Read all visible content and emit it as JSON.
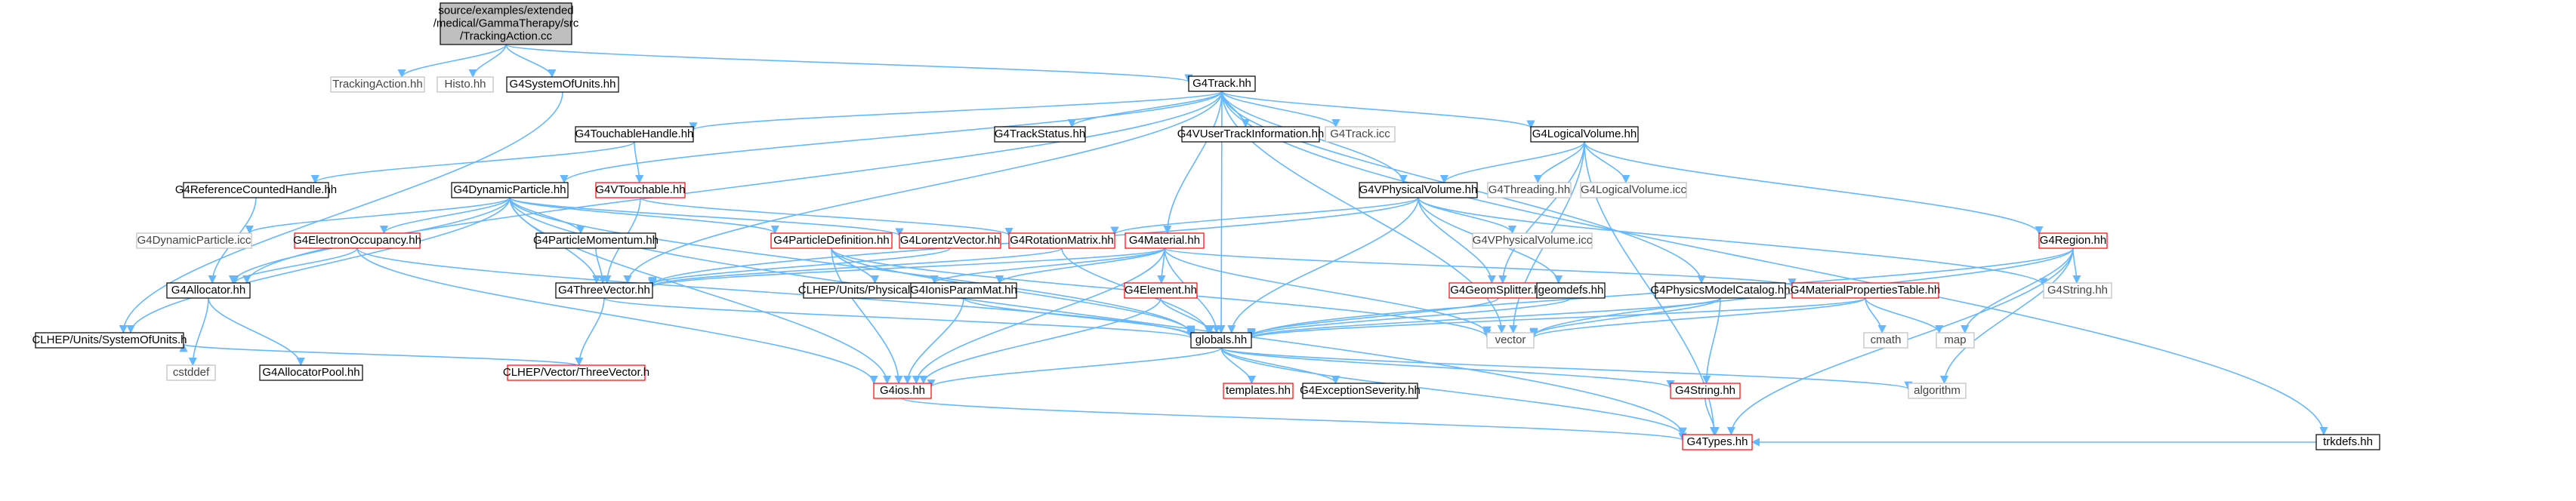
{
  "colors": {
    "edge": "#63b8ff",
    "border_normal": "#000000",
    "border_missing": "#bfbfbf",
    "border_clickable": "#ff0000",
    "fill_root": "#bfbfbf",
    "fill_node": "#ffffff",
    "text_normal": "#000000",
    "text_muted": "#444444"
  },
  "nodes": [
    {
      "id": "root",
      "lines": [
        "source/examples/extended",
        "/medical/GammaTherapy/src",
        "/TrackingAction.cc"
      ],
      "kind": "root"
    },
    {
      "id": "trackingaction_hh",
      "lines": [
        "TrackingAction.hh"
      ],
      "kind": "missing"
    },
    {
      "id": "histo_hh",
      "lines": [
        "Histo.hh"
      ],
      "kind": "missing"
    },
    {
      "id": "g4systemofunits_hh",
      "lines": [
        "G4SystemOfUnits.hh"
      ],
      "kind": "normal"
    },
    {
      "id": "g4track_hh",
      "lines": [
        "G4Track.hh"
      ],
      "kind": "normal"
    },
    {
      "id": "g4touchablehandle_hh",
      "lines": [
        "G4TouchableHandle.hh"
      ],
      "kind": "normal"
    },
    {
      "id": "g4trackstatus_hh",
      "lines": [
        "G4TrackStatus.hh"
      ],
      "kind": "normal"
    },
    {
      "id": "g4vusertrackinformation_hh",
      "lines": [
        "G4VUserTrackInformation.hh"
      ],
      "kind": "normal"
    },
    {
      "id": "g4track_icc",
      "lines": [
        "G4Track.icc"
      ],
      "kind": "missing"
    },
    {
      "id": "g4logicalvolume_hh",
      "lines": [
        "G4LogicalVolume.hh"
      ],
      "kind": "normal"
    },
    {
      "id": "trkdefs_hh",
      "lines": [
        "trkdefs.hh"
      ],
      "kind": "normal"
    },
    {
      "id": "g4referencecountedhandle_hh",
      "lines": [
        "G4ReferenceCountedHandle.hh"
      ],
      "kind": "normal"
    },
    {
      "id": "g4vtouchable_hh",
      "lines": [
        "G4VTouchable.hh"
      ],
      "kind": "clickable"
    },
    {
      "id": "g4dynamicparticle_hh",
      "lines": [
        "G4DynamicParticle.hh"
      ],
      "kind": "normal"
    },
    {
      "id": "g4vphysicalvolume_hh",
      "lines": [
        "G4VPhysicalVolume.hh"
      ],
      "kind": "normal"
    },
    {
      "id": "g4threading_hh",
      "lines": [
        "G4Threading.hh"
      ],
      "kind": "missing"
    },
    {
      "id": "g4logicalvolume_icc",
      "lines": [
        "G4LogicalVolume.icc"
      ],
      "kind": "missing"
    },
    {
      "id": "g4dynamicparticle_icc",
      "lines": [
        "G4DynamicParticle.icc"
      ],
      "kind": "missing"
    },
    {
      "id": "g4electronoccupancy_hh",
      "lines": [
        "G4ElectronOccupancy.hh"
      ],
      "kind": "clickable"
    },
    {
      "id": "g4particlemomentum_hh",
      "lines": [
        "G4ParticleMomentum.hh"
      ],
      "kind": "normal"
    },
    {
      "id": "g4particledefinition_hh",
      "lines": [
        "G4ParticleDefinition.hh"
      ],
      "kind": "clickable"
    },
    {
      "id": "g4lorentzvector_hh",
      "lines": [
        "G4LorentzVector.hh"
      ],
      "kind": "clickable"
    },
    {
      "id": "g4rotationmatrix_hh",
      "lines": [
        "G4RotationMatrix.hh"
      ],
      "kind": "clickable"
    },
    {
      "id": "g4material_hh",
      "lines": [
        "G4Material.hh"
      ],
      "kind": "clickable"
    },
    {
      "id": "g4vphysicalvolume_icc",
      "lines": [
        "G4VPhysicalVolume.icc"
      ],
      "kind": "missing"
    },
    {
      "id": "g4region_hh",
      "lines": [
        "G4Region.hh"
      ],
      "kind": "clickable"
    },
    {
      "id": "g4allocator_hh",
      "lines": [
        "G4Allocator.hh"
      ],
      "kind": "normal"
    },
    {
      "id": "g4threevector_hh",
      "lines": [
        "G4ThreeVector.hh"
      ],
      "kind": "normal"
    },
    {
      "id": "clhep_physicalconstants_h",
      "lines": [
        "CLHEP/Units/PhysicalConstants.h"
      ],
      "kind": "normal"
    },
    {
      "id": "g4ionisparammat_hh",
      "lines": [
        "G4IonisParamMat.hh"
      ],
      "kind": "normal"
    },
    {
      "id": "g4element_hh",
      "lines": [
        "G4Element.hh"
      ],
      "kind": "clickable"
    },
    {
      "id": "g4geomsplitter_hh",
      "lines": [
        "G4GeomSplitter.hh"
      ],
      "kind": "clickable"
    },
    {
      "id": "geomdefs_hh",
      "lines": [
        "geomdefs.hh"
      ],
      "kind": "normal"
    },
    {
      "id": "g4physicsmodelcatalog_hh",
      "lines": [
        "G4PhysicsModelCatalog.hh"
      ],
      "kind": "normal"
    },
    {
      "id": "g4materialpropertiestable_hh",
      "lines": [
        "G4MaterialPropertiesTable.hh"
      ],
      "kind": "clickable"
    },
    {
      "id": "g4string_hh_top",
      "lines": [
        "G4String.hh"
      ],
      "kind": "missing"
    },
    {
      "id": "clhep_systemofunits_h",
      "lines": [
        "CLHEP/Units/SystemOfUnits.h"
      ],
      "kind": "normal"
    },
    {
      "id": "cstddef",
      "lines": [
        "cstddef"
      ],
      "kind": "missing"
    },
    {
      "id": "g4allocatorpool_hh",
      "lines": [
        "G4AllocatorPool.hh"
      ],
      "kind": "normal"
    },
    {
      "id": "clhep_threevector_h",
      "lines": [
        "CLHEP/Vector/ThreeVector.h"
      ],
      "kind": "clickable"
    },
    {
      "id": "globals_hh",
      "lines": [
        "globals.hh"
      ],
      "kind": "normal"
    },
    {
      "id": "vector",
      "lines": [
        "vector"
      ],
      "kind": "missing"
    },
    {
      "id": "cmath",
      "lines": [
        "cmath"
      ],
      "kind": "missing"
    },
    {
      "id": "map",
      "lines": [
        "map"
      ],
      "kind": "missing"
    },
    {
      "id": "templates_hh",
      "lines": [
        "templates.hh"
      ],
      "kind": "clickable"
    },
    {
      "id": "g4exceptionseverity_hh",
      "lines": [
        "G4ExceptionSeverity.hh"
      ],
      "kind": "normal"
    },
    {
      "id": "g4string_hh",
      "lines": [
        "G4String.hh"
      ],
      "kind": "clickable"
    },
    {
      "id": "algorithm",
      "lines": [
        "algorithm"
      ],
      "kind": "missing"
    },
    {
      "id": "g4ios_hh",
      "lines": [
        "G4ios.hh"
      ],
      "kind": "clickable"
    },
    {
      "id": "g4types_hh",
      "lines": [
        "G4Types.hh"
      ],
      "kind": "clickable"
    }
  ],
  "edges": [
    [
      "root",
      "trackingaction_hh"
    ],
    [
      "root",
      "histo_hh"
    ],
    [
      "root",
      "g4systemofunits_hh"
    ],
    [
      "root",
      "g4track_hh"
    ],
    [
      "g4systemofunits_hh",
      "clhep_systemofunits_h"
    ],
    [
      "g4track_hh",
      "g4touchablehandle_hh"
    ],
    [
      "g4track_hh",
      "g4trackstatus_hh"
    ],
    [
      "g4track_hh",
      "g4vusertrackinformation_hh"
    ],
    [
      "g4track_hh",
      "g4track_icc"
    ],
    [
      "g4track_hh",
      "g4logicalvolume_hh"
    ],
    [
      "g4track_hh",
      "trkdefs_hh"
    ],
    [
      "g4track_hh",
      "g4dynamicparticle_hh"
    ],
    [
      "g4track_hh",
      "g4threevector_hh"
    ],
    [
      "g4track_hh",
      "g4material_hh"
    ],
    [
      "g4track_hh",
      "g4vphysicalvolume_hh"
    ],
    [
      "g4track_hh",
      "globals_hh"
    ],
    [
      "g4track_hh",
      "g4physicsmodelcatalog_hh"
    ],
    [
      "g4track_hh",
      "g4allocator_hh"
    ],
    [
      "g4track_hh",
      "vector"
    ],
    [
      "g4touchablehandle_hh",
      "g4referencecountedhandle_hh"
    ],
    [
      "g4touchablehandle_hh",
      "g4vtouchable_hh"
    ],
    [
      "g4vtouchable_hh",
      "g4threevector_hh"
    ],
    [
      "g4vtouchable_hh",
      "g4rotationmatrix_hh"
    ],
    [
      "g4referencecountedhandle_hh",
      "g4allocator_hh"
    ],
    [
      "g4logicalvolume_hh",
      "g4vphysicalvolume_hh"
    ],
    [
      "g4logicalvolume_hh",
      "g4threading_hh"
    ],
    [
      "g4logicalvolume_hh",
      "g4logicalvolume_icc"
    ],
    [
      "g4logicalvolume_hh",
      "g4region_hh"
    ],
    [
      "g4logicalvolume_hh",
      "g4geomsplitter_hh"
    ],
    [
      "g4logicalvolume_hh",
      "vector"
    ],
    [
      "g4logicalvolume_hh",
      "g4types_hh"
    ],
    [
      "g4dynamicparticle_hh",
      "g4dynamicparticle_icc"
    ],
    [
      "g4dynamicparticle_hh",
      "g4electronoccupancy_hh"
    ],
    [
      "g4dynamicparticle_hh",
      "g4particlemomentum_hh"
    ],
    [
      "g4dynamicparticle_hh",
      "g4particledefinition_hh"
    ],
    [
      "g4dynamicparticle_hh",
      "g4lorentzvector_hh"
    ],
    [
      "g4dynamicparticle_hh",
      "g4allocator_hh"
    ],
    [
      "g4dynamicparticle_hh",
      "g4threevector_hh"
    ],
    [
      "g4dynamicparticle_hh",
      "clhep_systemofunits_h"
    ],
    [
      "g4dynamicparticle_hh",
      "globals_hh"
    ],
    [
      "g4dynamicparticle_hh",
      "g4ios_hh"
    ],
    [
      "g4dynamicparticle_hh",
      "g4types_hh"
    ],
    [
      "g4vphysicalvolume_hh",
      "g4vphysicalvolume_icc"
    ],
    [
      "g4vphysicalvolume_hh",
      "g4rotationmatrix_hh"
    ],
    [
      "g4vphysicalvolume_hh",
      "g4threevector_hh"
    ],
    [
      "g4vphysicalvolume_hh",
      "g4geomsplitter_hh"
    ],
    [
      "g4vphysicalvolume_hh",
      "geomdefs_hh"
    ],
    [
      "g4vphysicalvolume_hh",
      "g4string_hh_top"
    ],
    [
      "g4vphysicalvolume_hh",
      "globals_hh"
    ],
    [
      "g4electronoccupancy_hh",
      "g4allocator_hh"
    ],
    [
      "g4electronoccupancy_hh",
      "globals_hh"
    ],
    [
      "g4electronoccupancy_hh",
      "g4ios_hh"
    ],
    [
      "g4particlemomentum_hh",
      "g4threevector_hh"
    ],
    [
      "g4particledefinition_hh",
      "clhep_physicalconstants_h"
    ],
    [
      "g4particledefinition_hh",
      "globals_hh"
    ],
    [
      "g4particledefinition_hh",
      "g4ios_hh"
    ],
    [
      "g4particledefinition_hh",
      "vector"
    ],
    [
      "g4lorentzvector_hh",
      "g4threevector_hh"
    ],
    [
      "g4rotationmatrix_hh",
      "g4threevector_hh"
    ],
    [
      "g4rotationmatrix_hh",
      "globals_hh"
    ],
    [
      "g4material_hh",
      "g4element_hh"
    ],
    [
      "g4material_hh",
      "g4ionisparammat_hh"
    ],
    [
      "g4material_hh",
      "g4materialpropertiestable_hh"
    ],
    [
      "g4material_hh",
      "globals_hh"
    ],
    [
      "g4material_hh",
      "clhep_physicalconstants_h"
    ],
    [
      "g4material_hh",
      "vector"
    ],
    [
      "g4material_hh",
      "g4ios_hh"
    ],
    [
      "g4material_hh",
      "g4threevector_hh"
    ],
    [
      "g4region_hh",
      "g4string_hh_top"
    ],
    [
      "g4region_hh",
      "globals_hh"
    ],
    [
      "g4region_hh",
      "vector"
    ],
    [
      "g4region_hh",
      "map"
    ],
    [
      "g4region_hh",
      "algorithm"
    ],
    [
      "g4region_hh",
      "g4types_hh"
    ],
    [
      "g4allocator_hh",
      "cstddef"
    ],
    [
      "g4allocator_hh",
      "g4allocatorpool_hh"
    ],
    [
      "g4threevector_hh",
      "clhep_threevector_h"
    ],
    [
      "g4threevector_hh",
      "globals_hh"
    ],
    [
      "g4ionisparammat_hh",
      "globals_hh"
    ],
    [
      "g4ionisparammat_hh",
      "g4ios_hh"
    ],
    [
      "g4element_hh",
      "globals_hh"
    ],
    [
      "g4element_hh",
      "g4ios_hh"
    ],
    [
      "g4geomsplitter_hh",
      "globals_hh"
    ],
    [
      "geomdefs_hh",
      "globals_hh"
    ],
    [
      "g4physicsmodelcatalog_hh",
      "globals_hh"
    ],
    [
      "g4physicsmodelcatalog_hh",
      "g4string_hh"
    ],
    [
      "g4physicsmodelcatalog_hh",
      "vector"
    ],
    [
      "g4materialpropertiestable_hh",
      "globals_hh"
    ],
    [
      "g4materialpropertiestable_hh",
      "vector"
    ],
    [
      "g4materialpropertiestable_hh",
      "cmath"
    ],
    [
      "g4materialpropertiestable_hh",
      "map"
    ],
    [
      "globals_hh",
      "g4ios_hh"
    ],
    [
      "globals_hh",
      "templates_hh"
    ],
    [
      "globals_hh",
      "g4exceptionseverity_hh"
    ],
    [
      "globals_hh",
      "g4string_hh"
    ],
    [
      "globals_hh",
      "algorithm"
    ],
    [
      "globals_hh",
      "g4types_hh"
    ],
    [
      "g4string_hh",
      "g4types_hh"
    ],
    [
      "g4ios_hh",
      "g4types_hh"
    ],
    [
      "trkdefs_hh",
      "g4types_hh"
    ],
    [
      "clhep_threevector_h",
      "clhep_systemofunits_h"
    ]
  ]
}
